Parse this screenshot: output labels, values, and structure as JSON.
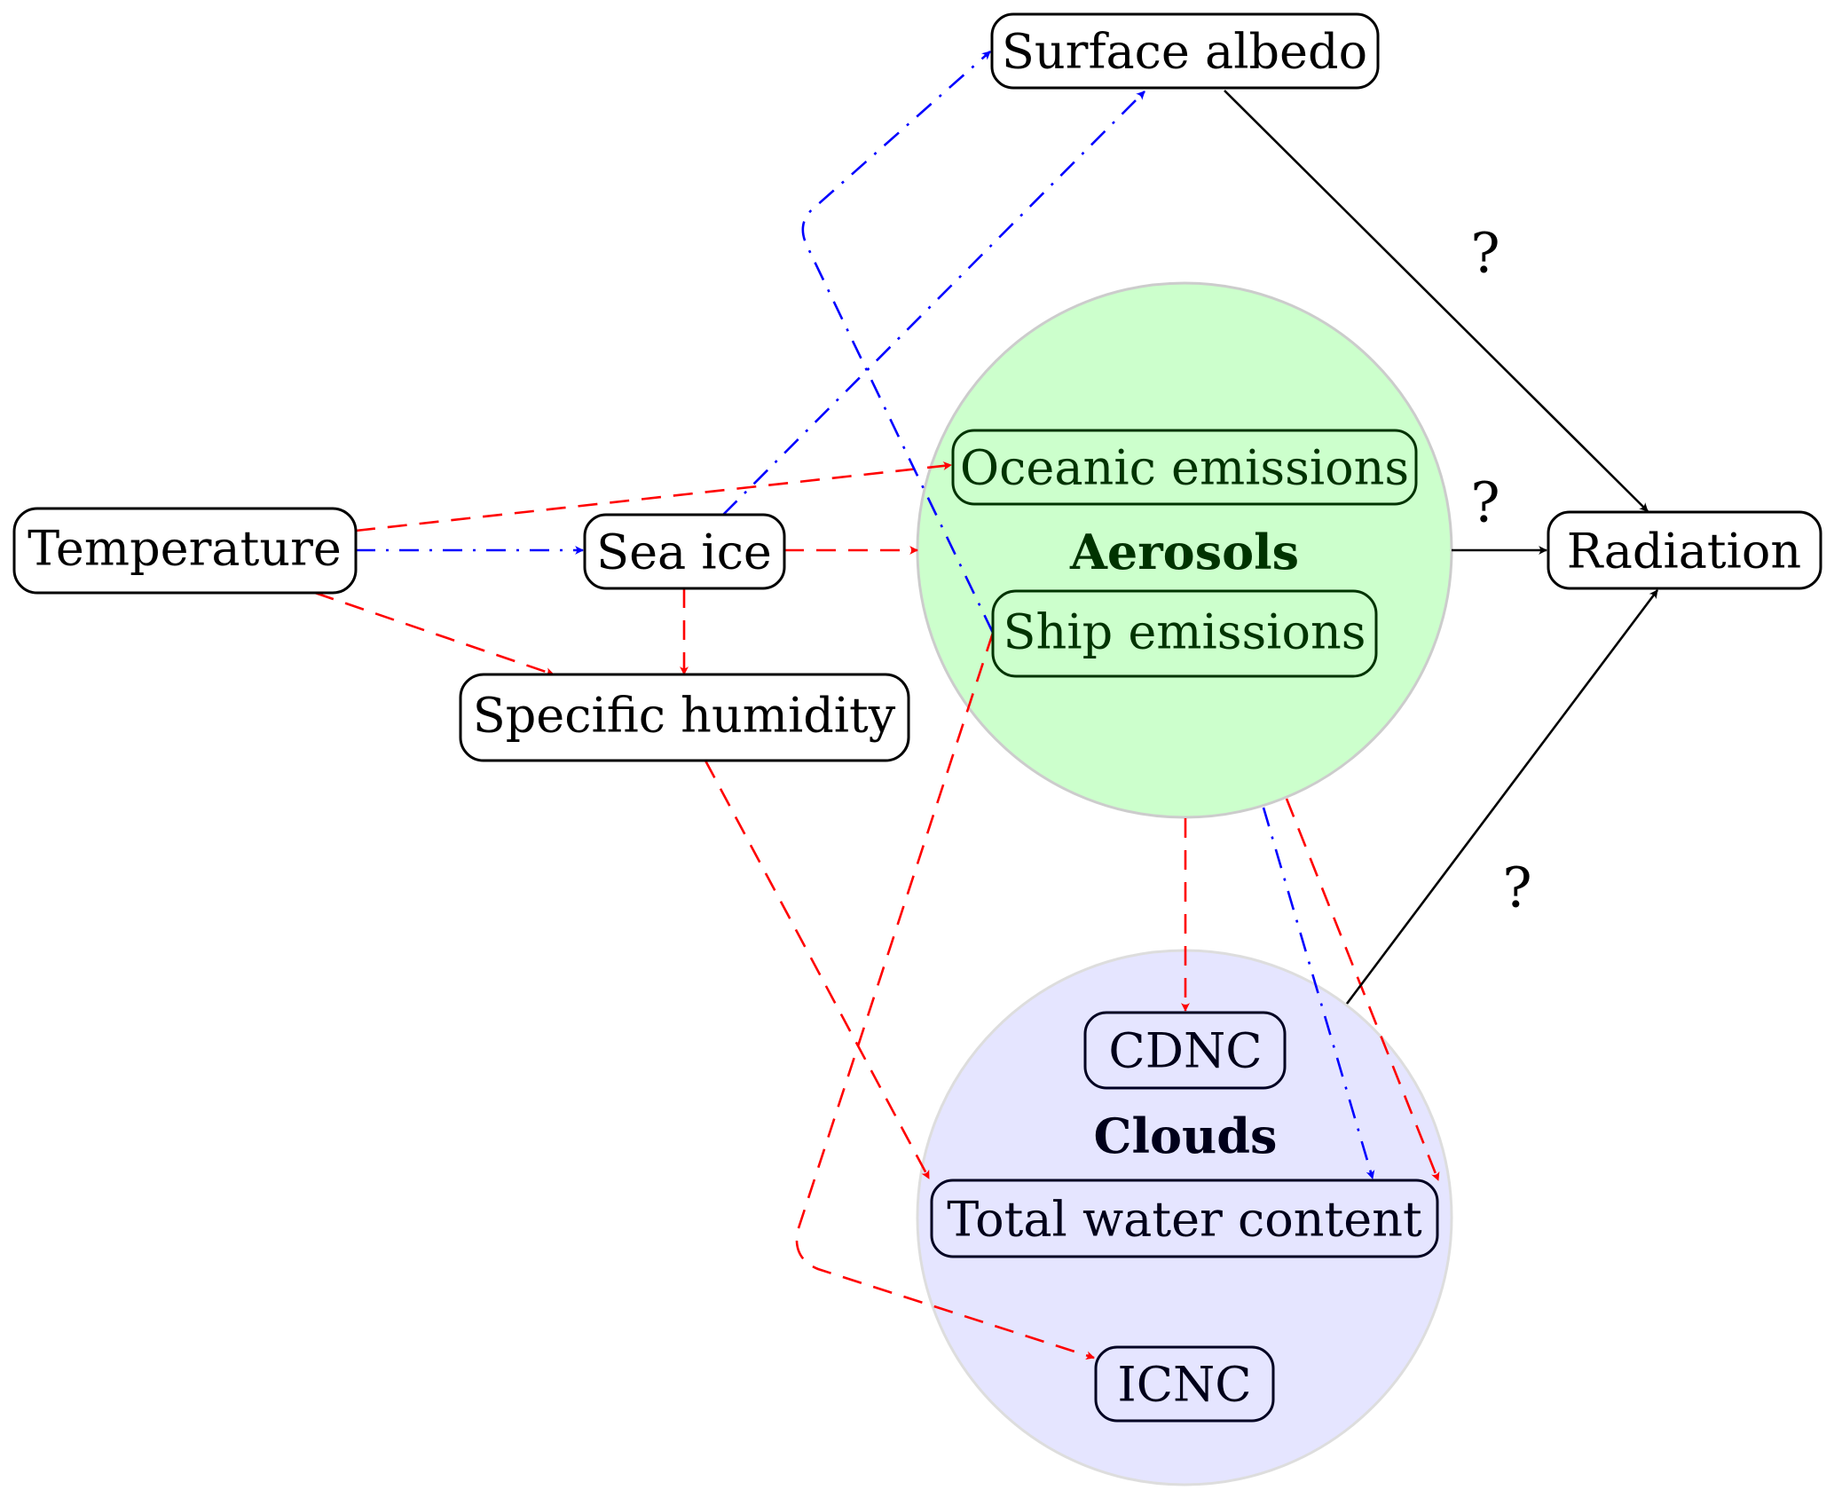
{
  "diagram": {
    "colors": {
      "causal_red": "#ff0000",
      "causal_blue": "#0000ff",
      "unknown_black": "#000000",
      "aerosols_fill": "#ccffcc",
      "aerosols_text": "#003300",
      "clouds_fill": "#e5e5ff",
      "clouds_text": "#00001a"
    },
    "nodes": {
      "temperature": "Temperature",
      "sea_ice": "Sea ice",
      "specific_humidity": "Specific humidity",
      "surface_albedo": "Surface albedo",
      "radiation": "Radiation",
      "oceanic_emissions": "Oceanic emissions",
      "ship_emissions": "Ship emissions",
      "cdnc": "CDNC",
      "total_water_content": "Total water content",
      "icnc": "ICNC"
    },
    "groups": {
      "aerosols": "Aerosols",
      "clouds": "Clouds"
    },
    "edges": [
      {
        "from": "Temperature",
        "to": "Oceanic emissions",
        "style": "red-dashed"
      },
      {
        "from": "Temperature",
        "to": "Sea ice",
        "style": "blue-dashdot"
      },
      {
        "from": "Temperature",
        "to": "Specific humidity",
        "style": "red-dashed"
      },
      {
        "from": "Sea ice",
        "to": "Aerosols",
        "style": "red-dashed"
      },
      {
        "from": "Sea ice",
        "to": "Specific humidity",
        "style": "red-dashed"
      },
      {
        "from": "Sea ice",
        "to": "Surface albedo",
        "style": "blue-dashdot"
      },
      {
        "from": "Ship emissions",
        "to": "Surface albedo",
        "style": "blue-dashdot"
      },
      {
        "from": "Ship emissions",
        "to": "ICNC",
        "style": "red-dashed"
      },
      {
        "from": "Specific humidity",
        "to": "Total water content",
        "style": "red-dashed"
      },
      {
        "from": "Aerosols",
        "to": "CDNC",
        "style": "red-dashed"
      },
      {
        "from": "Aerosols",
        "to": "Total water content",
        "style": "blue-dashdot"
      },
      {
        "from": "Aerosols",
        "to": "Total water content",
        "style": "red-dashed"
      },
      {
        "from": "Aerosols",
        "to": "Radiation",
        "style": "black-solid",
        "label": "?"
      },
      {
        "from": "Surface albedo",
        "to": "Radiation",
        "style": "black-solid",
        "label": "?"
      },
      {
        "from": "Clouds",
        "to": "Radiation",
        "style": "black-solid",
        "label": "?"
      }
    ],
    "edge_labels": {
      "albedo_radiation": "?",
      "aerosols_radiation": "?",
      "clouds_radiation": "?"
    }
  }
}
